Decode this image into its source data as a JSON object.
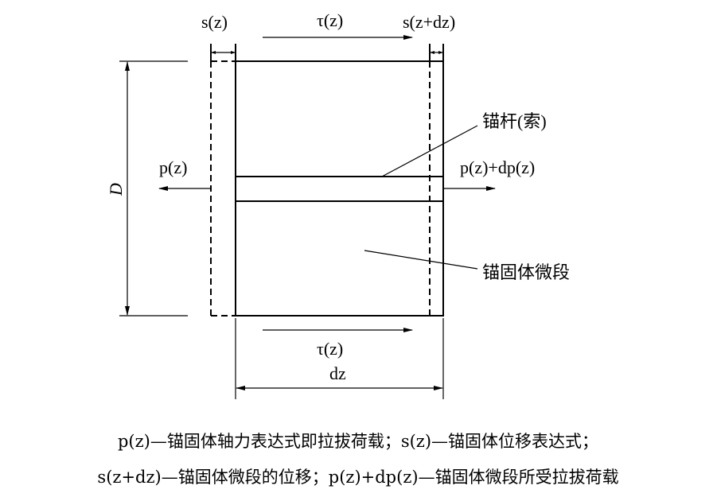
{
  "labels": {
    "s_z": "s(z)",
    "tau_top": "τ(z)",
    "s_z_dz": "s(z+dz)",
    "anchor_rod": "锚杆(索)",
    "p_z": "p(z)",
    "p_z_dp": "p(z)+dp(z)",
    "D": "D",
    "segment": "锚固体微段",
    "tau_bottom": "τ(z)",
    "dz": "dz"
  },
  "caption": {
    "line1": "p(z)—锚固体轴力表达式即拉拔荷载；s(z)—锚固体位移表达式；",
    "line2": "s(z+dz)—锚固体微段的位移；p(z)+dp(z)—锚固体微段所受拉拔荷载"
  }
}
